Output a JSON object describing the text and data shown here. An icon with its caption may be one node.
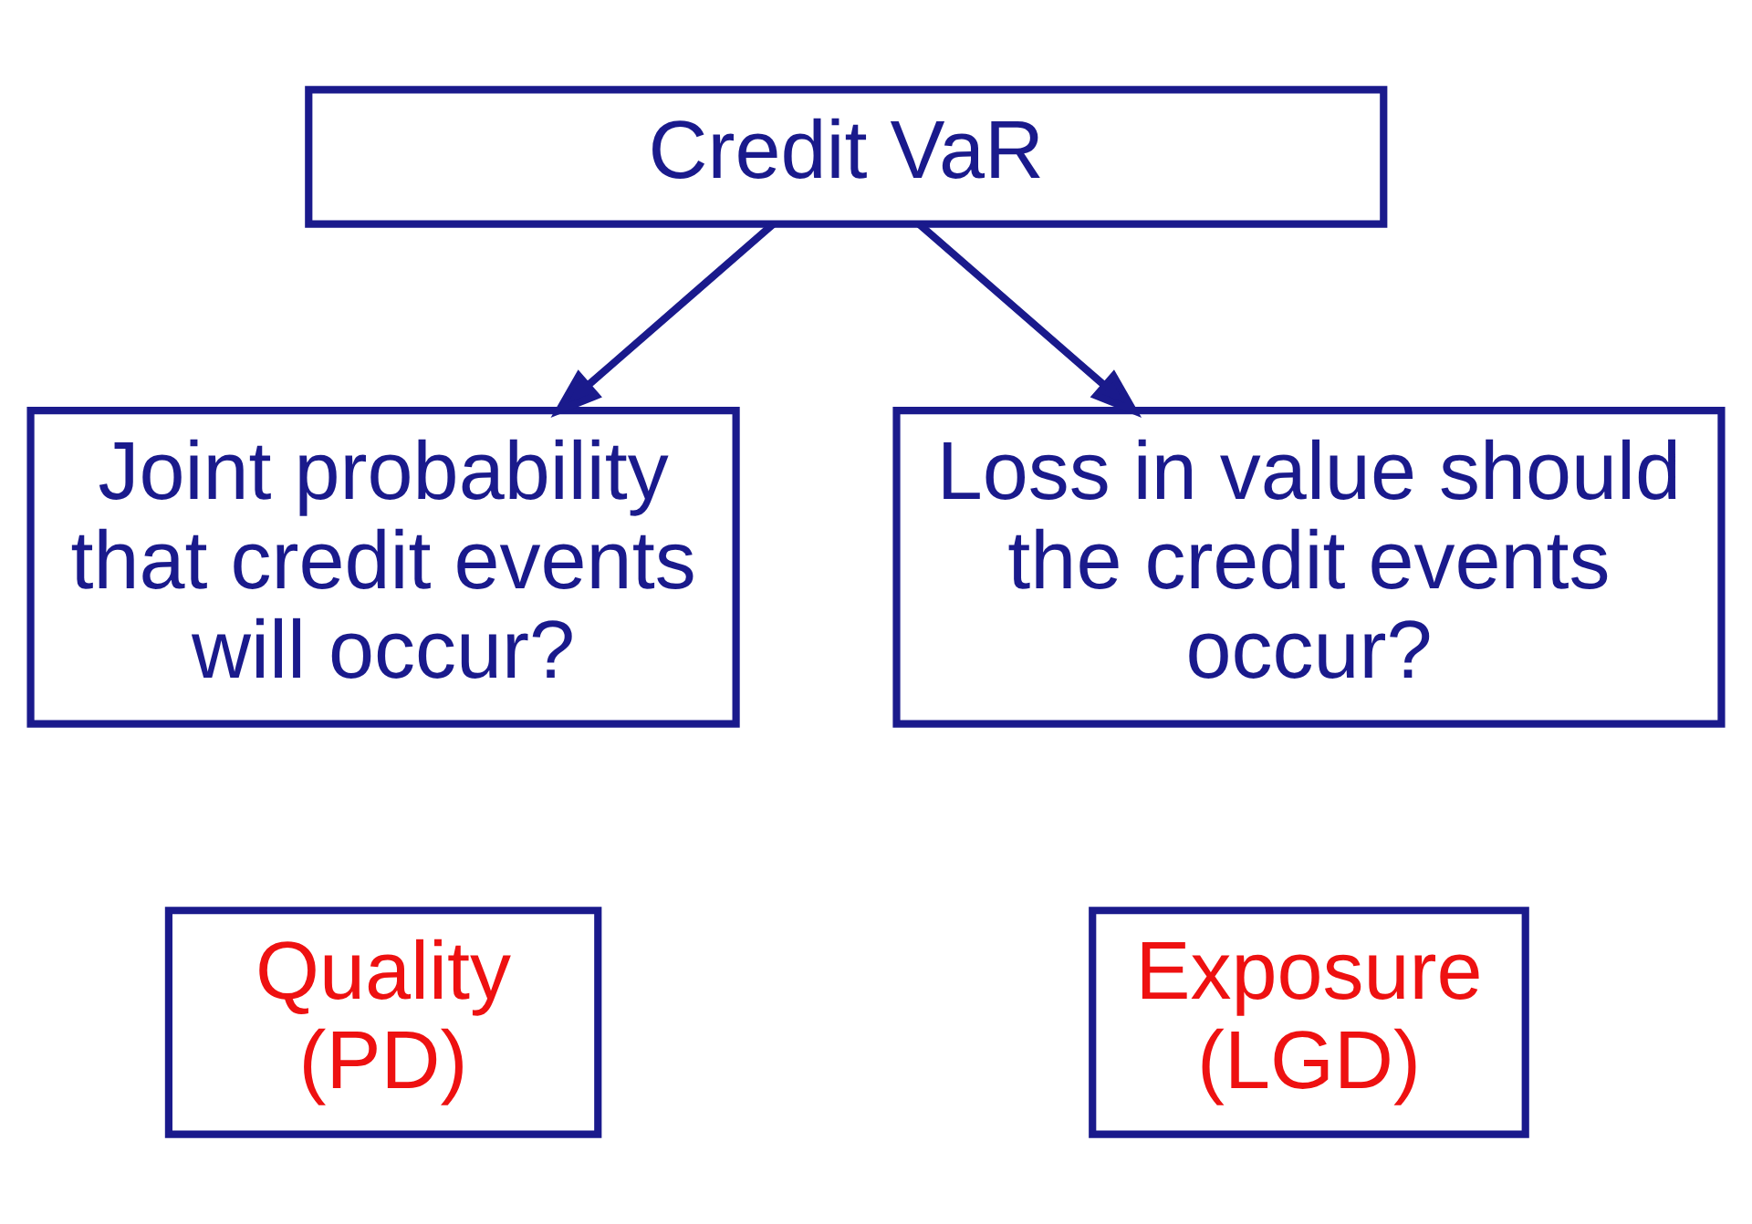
{
  "diagram": {
    "nodes": [
      {
        "text": [
          "Credit VaR"
        ]
      },
      {
        "text": [
          "Joint probability that credit events will occur?"
        ]
      },
      {
        "text": [
          "Loss in value should the credit events occur?"
        ]
      },
      {
        "text": [
          "Quality (PD)"
        ]
      },
      {
        "text": [
          "Exposure (LGD)"
        ]
      }
    ],
    "edges": [
      {
        "from": 0,
        "to": 1,
        "arrow": "to"
      },
      {
        "from": 0,
        "to": 2,
        "arrow": "to"
      }
    ]
  }
}
